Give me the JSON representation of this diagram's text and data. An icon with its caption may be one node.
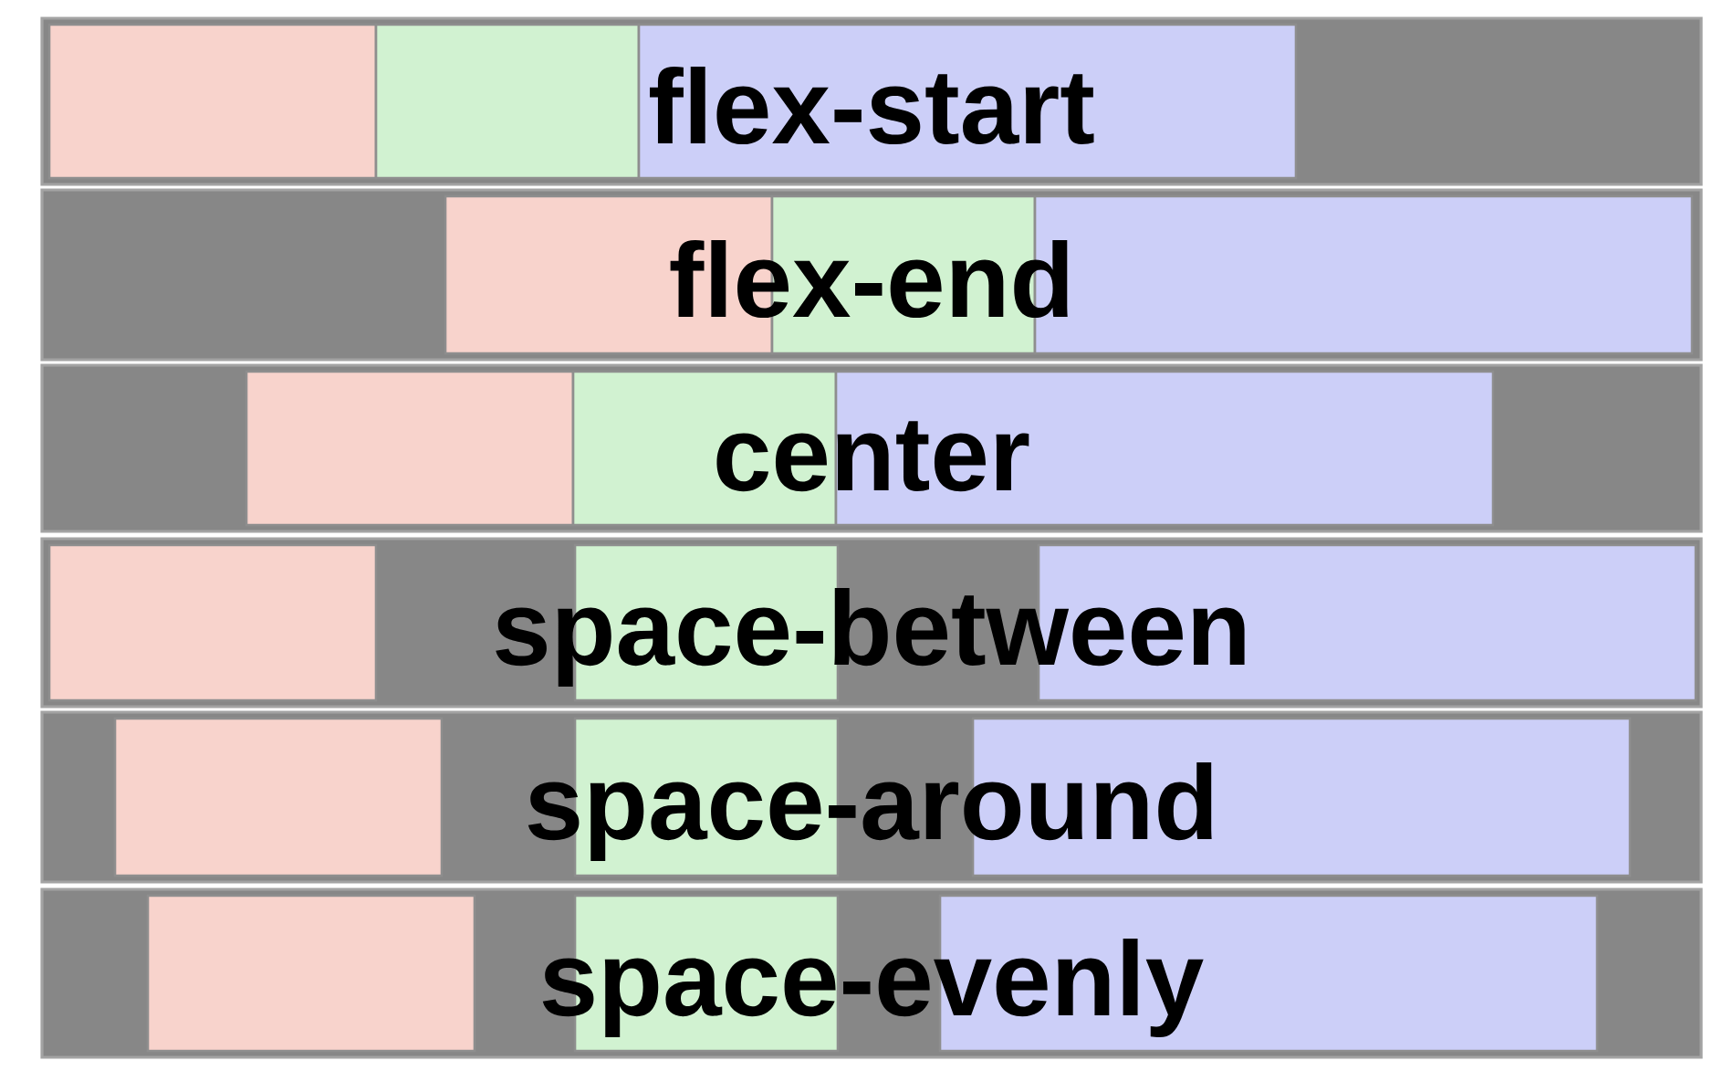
{
  "diagram": {
    "nodes": [
      {
        "text": [
          "flex-start"
        ]
      },
      {
        "text": [
          "flex-end"
        ]
      },
      {
        "text": [
          "center"
        ]
      },
      {
        "text": [
          "space-between"
        ]
      },
      {
        "text": [
          "space-around"
        ]
      },
      {
        "text": [
          "space-evenly"
        ]
      }
    ]
  }
}
